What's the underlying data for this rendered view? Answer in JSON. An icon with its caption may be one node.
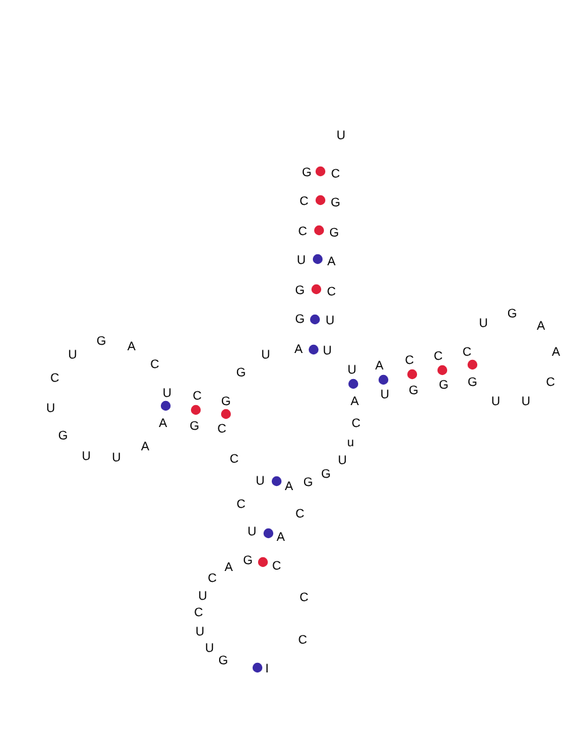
{
  "diagram": {
    "labels": [
      "U",
      "G",
      "C",
      "C",
      "G",
      "C",
      "G",
      "U",
      "A",
      "G",
      "C",
      "G",
      "U",
      "G",
      "U",
      "A",
      "G",
      "A",
      "A",
      "U",
      "C",
      "A",
      "U",
      "U",
      "C",
      "C",
      "C",
      "A",
      "U",
      "G",
      "C",
      "C",
      "G",
      "G",
      "G",
      "U",
      "U",
      "C",
      "G",
      "A",
      "U",
      "U",
      "U",
      "C",
      "A",
      "G",
      "C",
      "G",
      "u",
      "A",
      "U",
      "U",
      "C",
      "U",
      "G",
      "U",
      "G",
      "A",
      "C",
      "C",
      "U",
      "A",
      "G",
      "C",
      "A",
      "C",
      "U",
      "C",
      "C",
      "U",
      "C",
      "U",
      "G",
      "I"
    ]
  }
}
